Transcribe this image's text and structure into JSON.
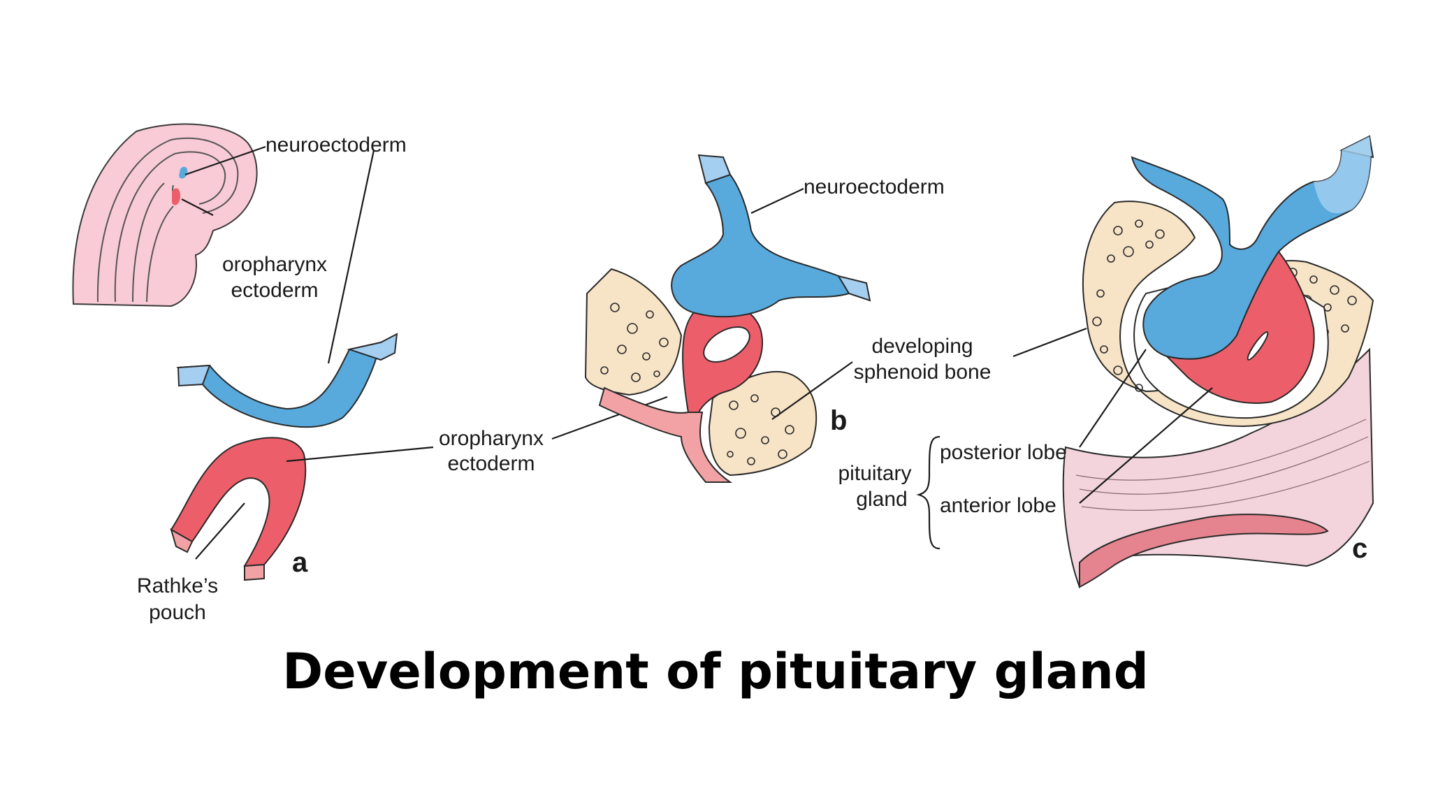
{
  "title": "Development of pituitary gland",
  "colors": {
    "neuroectoderm": "#58a9dc",
    "neuroectoderm_light": "#a4cff0",
    "oral_ectoderm": "#ec5f6a",
    "oral_ectoderm_light": "#f2a2a4",
    "bone": "#f7e3c6",
    "embryo": "#f9cbd6",
    "mucosa": "#f3d4dc"
  },
  "labels": {
    "a_neuroectoderm": "neuroectoderm",
    "a_oropharynx_1": "oropharynx",
    "a_oropharynx_2": "ectoderm",
    "rathke_1": "Rathke’s",
    "rathke_2": "pouch",
    "shared_oropharynx_1": "oropharynx",
    "shared_oropharynx_2": "ectoderm",
    "b_neuroectoderm": "neuroectoderm",
    "sphenoid_1": "developing",
    "sphenoid_2": "sphenoid bone",
    "pituitary_1": "pituitary",
    "pituitary_2": "gland",
    "posterior": "posterior lobe",
    "anterior": "anterior lobe"
  },
  "panels": {
    "a": "a",
    "b": "b",
    "c": "c"
  }
}
